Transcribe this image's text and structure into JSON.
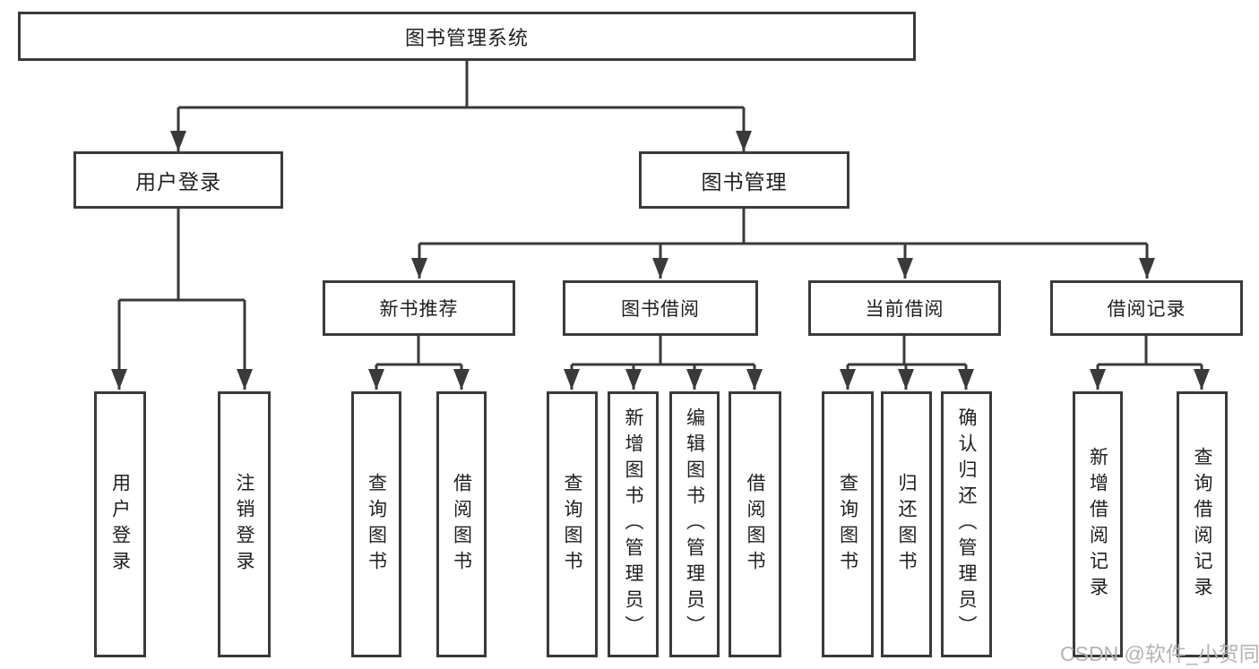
{
  "nodes": {
    "root": "图书管理系统",
    "level2": {
      "user_login": "用户登录",
      "book_management": "图书管理"
    },
    "level3": {
      "new_book_recommend": "新书推荐",
      "book_borrow": "图书借阅",
      "current_borrow": "当前借阅",
      "borrow_record": "借阅记录"
    },
    "leaves": {
      "user_login": "用户登录",
      "logout": "注销登录",
      "nbr_query_book": "查询图书",
      "nbr_borrow_book": "借阅图书",
      "bb_query_book": "查询图书",
      "bb_add_book": "新增图书（管理员）",
      "bb_edit_book": "编辑图书（管理员）",
      "bb_borrow_book": "借阅图书",
      "cb_query_book": "查询图书",
      "cb_return_book": "归还图书",
      "cb_confirm_return": "确认归还（管理员）",
      "br_add_record": "新增借阅记录",
      "br_query_record": "查询借阅记录"
    }
  },
  "watermark": "CSDN @软件_小贺同学",
  "colors": {
    "line": "#3a3a3a",
    "box_border": "#3a3a3a",
    "text": "#1f1f1f",
    "watermark": "#b3b3b3",
    "background": "#ffffff"
  }
}
